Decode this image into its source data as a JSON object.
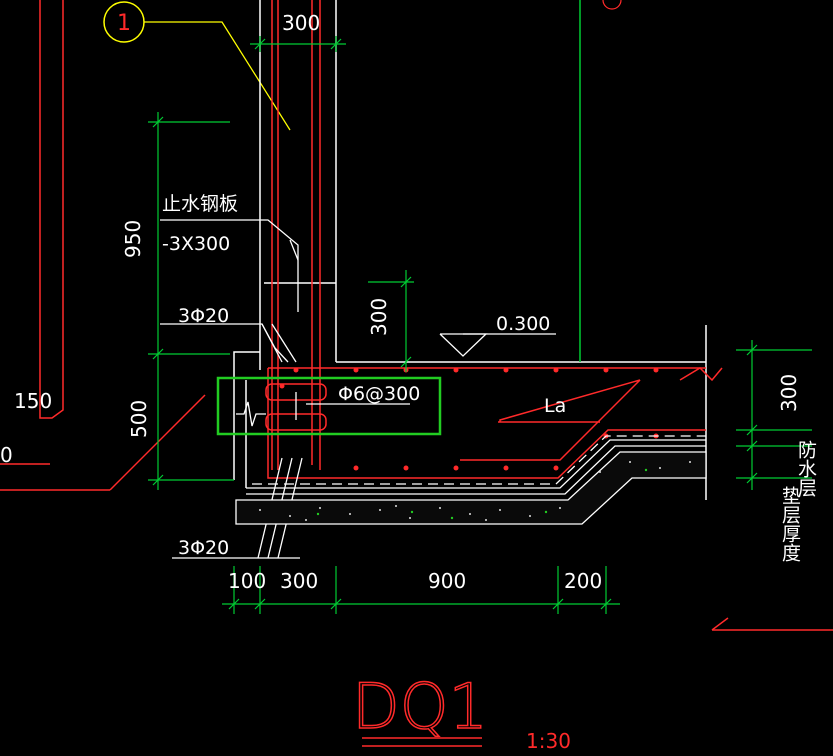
{
  "drawing": {
    "title": "DQ1",
    "scale": "1:30",
    "callout_number": "1"
  },
  "labels": {
    "water_stop_plate": "止水钢板",
    "water_stop_spec": "-3X300",
    "rebar_top": "3Φ20",
    "rebar_bottom": "3Φ20",
    "stirrup": "Φ6@300",
    "elevation": "0.300",
    "anchorage": "La",
    "waterproof_layer": "防水层",
    "cushion_thickness": "垫层厚度"
  },
  "dimensions": {
    "wall_thickness": "300",
    "height_upper": "950",
    "height_lower": "500",
    "slab_step": "300",
    "waterproof": "300",
    "left_side": "150",
    "bottom_1": "100",
    "bottom_2": "300",
    "bottom_3": "900",
    "bottom_4": "200"
  },
  "colors": {
    "background": "#000000",
    "wall_lines": "#ffffff",
    "rebar": "#ff2a2a",
    "dimension": "#00cc33",
    "leader": "#ffff00",
    "highlight_box": "#22cc22"
  }
}
